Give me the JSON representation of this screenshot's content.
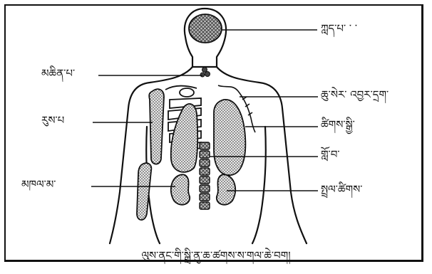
{
  "labels": {
    "brain": "ཀླད་པ་  ་ ་",
    "liver": "མཆིན་པ་",
    "bone": "རུས་པ",
    "kidney": "མཁལ་མ་",
    "vessel": "ཆུ་སེར་ འབྱར་དྲག་",
    "lungs": "ཚིགས་སྒྱི་",
    "lung": "གློ་བ་",
    "spleen": "སྤྲལ་ཚིགས་"
  },
  "caption": "ལུས་ནང་གི་སྒྲི་ནུ་ཆ་ཚགས་ས་གལ་ཆེ་བག།",
  "colors": {
    "ink": "#111111",
    "fill": "#dcdcdc",
    "background": "#ffffff"
  }
}
